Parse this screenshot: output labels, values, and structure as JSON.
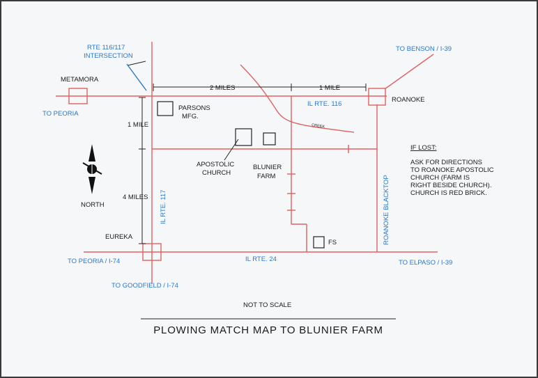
{
  "colors": {
    "paper": "#f6f7f8",
    "frame": "#3a3a3a",
    "road": "#e06060",
    "label_blue": "#2a78c8",
    "ink": "#1a1a1a",
    "gridline": "#222222"
  },
  "map": {
    "title": "PLOWING MATCH MAP TO BLUNIER FARM",
    "scale_note": "NOT TO SCALE",
    "north_label": "NORTH",
    "places": {
      "metamora": "METAMORA",
      "roanoke": "ROANOKE",
      "eureka": "EUREKA"
    },
    "destinations": {
      "to_peoria": "TO PEORIA",
      "to_peoria_i74": "TO PEORIA / I-74",
      "to_goodfield_i74": "TO GOODFIELD / I-74",
      "to_benson_i39": "TO BENSON / I-39",
      "to_elpaso_i39": "TO ELPASO / I-39"
    },
    "intersection": {
      "line1": "RTE 116/117",
      "line2": "INTERSECTION"
    },
    "roads": {
      "il_rte_116": "IL RTE. 116",
      "il_rte_117": "IL RTE. 117",
      "il_rte_24": "IL RTE. 24",
      "roanoke_blacktop": "ROANOKE BLACKTOP",
      "creek": "CREEK"
    },
    "distances": {
      "two_miles": "2 MILES",
      "one_mile_top": "1 MILE",
      "one_mile_side": "1 MILE",
      "four_miles": "4 MILES"
    },
    "landmarks": {
      "parsons_line1": "PARSONS",
      "parsons_line2": "MFG.",
      "apostolic_line1": "APOSTOLIC",
      "apostolic_line2": "CHURCH",
      "blunier_line1": "BLUNIER",
      "blunier_line2": "FARM",
      "fs": "FS"
    },
    "if_lost": {
      "heading": "IF LOST:",
      "lines": [
        "ASK FOR DIRECTIONS",
        "TO ROANOKE APOSTOLIC",
        "CHURCH (FARM IS",
        "RIGHT BESIDE CHURCH).",
        "CHURCH IS RED BRICK."
      ]
    }
  }
}
